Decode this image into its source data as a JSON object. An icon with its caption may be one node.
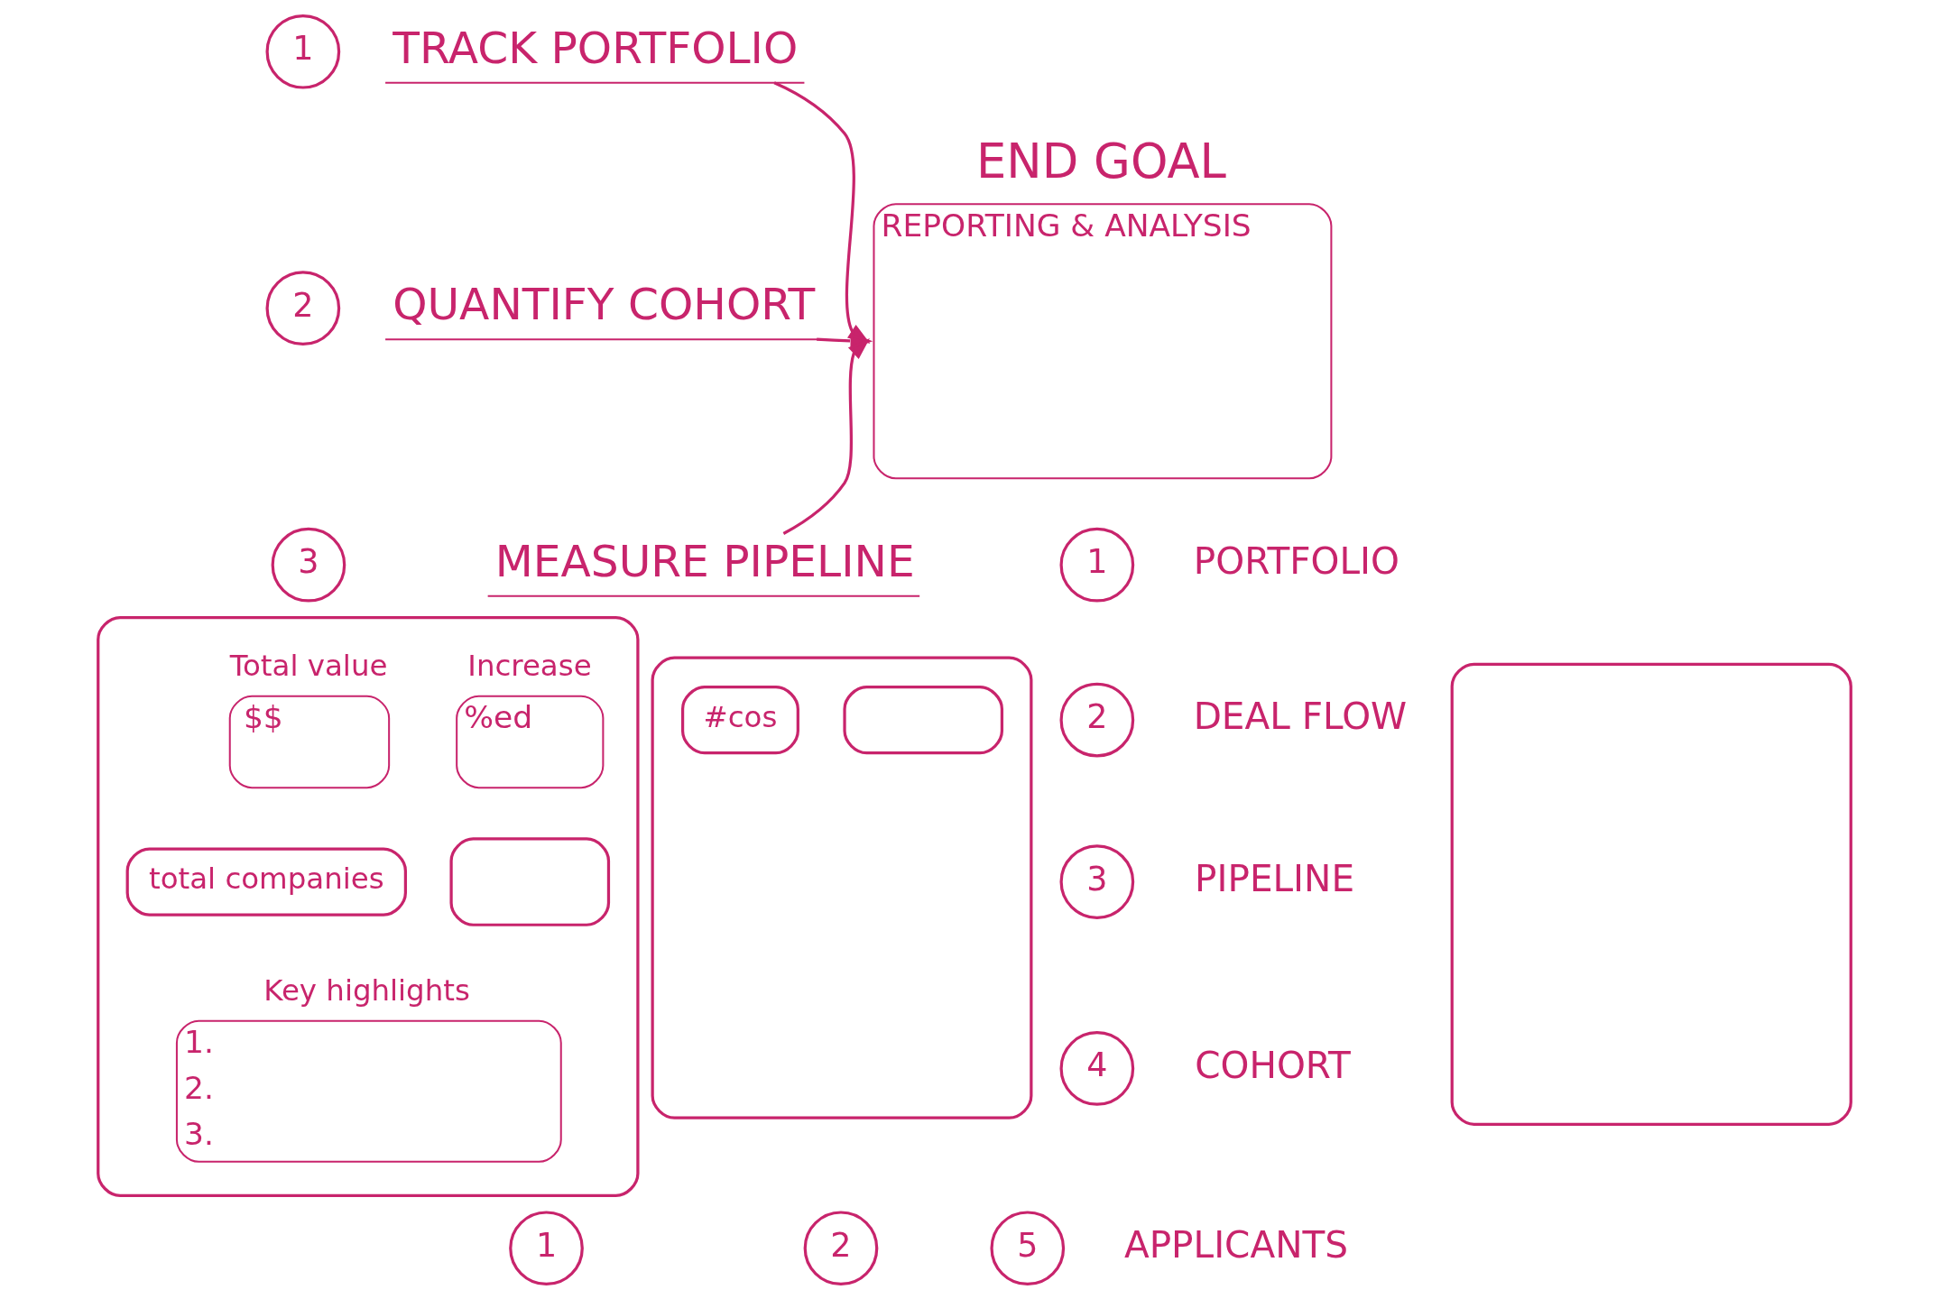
{
  "diagram": {
    "nodes": [
      {
        "text": [
          "1"
        ]
      },
      {
        "text": [
          "TRACK PORTFOLIO"
        ]
      },
      {
        "text": [
          "2"
        ]
      },
      {
        "text": [
          "QUANTIFY COHORT"
        ]
      },
      {
        "text": [
          "3"
        ]
      },
      {
        "text": [
          "MEASURE PIPELINE"
        ]
      },
      {
        "text": [
          "END GOAL",
          "REPORTING & ANALYSIS"
        ]
      },
      {
        "text": [
          "1"
        ],
        "beside": [
          "PORTFOLIO"
        ]
      },
      {
        "text": [
          "2"
        ],
        "beside": [
          "DEAL FLOW"
        ]
      },
      {
        "text": [
          "3"
        ],
        "beside": [
          "PIPELINE"
        ]
      },
      {
        "text": [
          "4"
        ],
        "beside": [
          "COHORT"
        ]
      },
      {
        "text": [
          "5"
        ],
        "beside": [
          "APPLICANTS"
        ]
      },
      {
        "text": [],
        "shape": "box"
      },
      {
        "text": [
          "Total value",
          "$$"
        ],
        "in": 12
      },
      {
        "text": [
          "Increase",
          "%ed"
        ],
        "in": 12
      },
      {
        "text": [
          "total companies"
        ],
        "in": 12
      },
      {
        "text": [],
        "shape": "box",
        "in": 12
      },
      {
        "text": [
          "Key highlights",
          "1.",
          "2.",
          "3."
        ],
        "in": 12
      },
      {
        "text": [
          "1"
        ]
      },
      {
        "text": [],
        "shape": "box"
      },
      {
        "text": [
          "#cos"
        ],
        "in": 19
      },
      {
        "text": [],
        "shape": "box",
        "in": 19
      },
      {
        "text": [
          "2"
        ]
      },
      {
        "text": [],
        "shape": "box"
      }
    ],
    "edges": [
      {
        "from": 1,
        "to": 6,
        "arrow": "to"
      },
      {
        "from": 3,
        "to": 6,
        "arrow": "to"
      },
      {
        "from": 5,
        "to": 6,
        "arrow": "to"
      }
    ]
  }
}
